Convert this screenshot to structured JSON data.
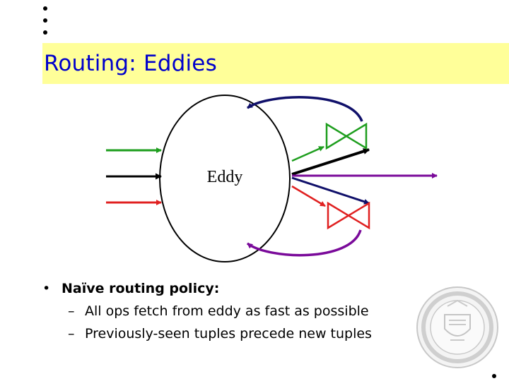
{
  "slide": {
    "title": "Routing: Eddies",
    "eddy_label": "Eddy",
    "bullet": {
      "marker": "•",
      "text": "Naïve routing policy:",
      "subitems": [
        {
          "marker": "–",
          "text": "All ops fetch from eddy as fast as possible"
        },
        {
          "marker": "–",
          "text": "Previously-seen tuples precede new tuples"
        }
      ]
    },
    "seal": {
      "icon": "university-seal-icon"
    }
  },
  "colors": {
    "title_text": "#0000cc",
    "title_bar": "#ffff99",
    "green": "#1e9e1e",
    "black": "#000000",
    "red": "#e02020",
    "purple": "#7a0a9a",
    "navy": "#10106a"
  }
}
